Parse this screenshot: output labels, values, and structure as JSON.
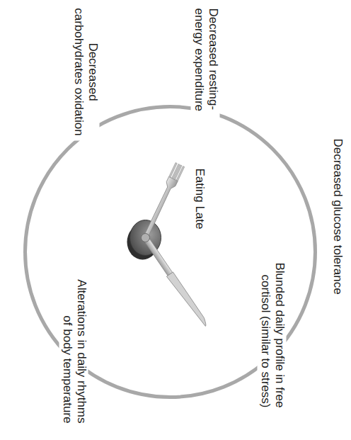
{
  "diagram": {
    "labels": [
      "Decreased glucose tolerance",
      "Blunded daily profile in free cortisol (similar to stress)",
      "Alterations in daily rhythms of body temperature",
      "Decreased carbohydrates oxidation",
      "Decreased resting-energy expenditure",
      "Eating Late"
    ]
  }
}
